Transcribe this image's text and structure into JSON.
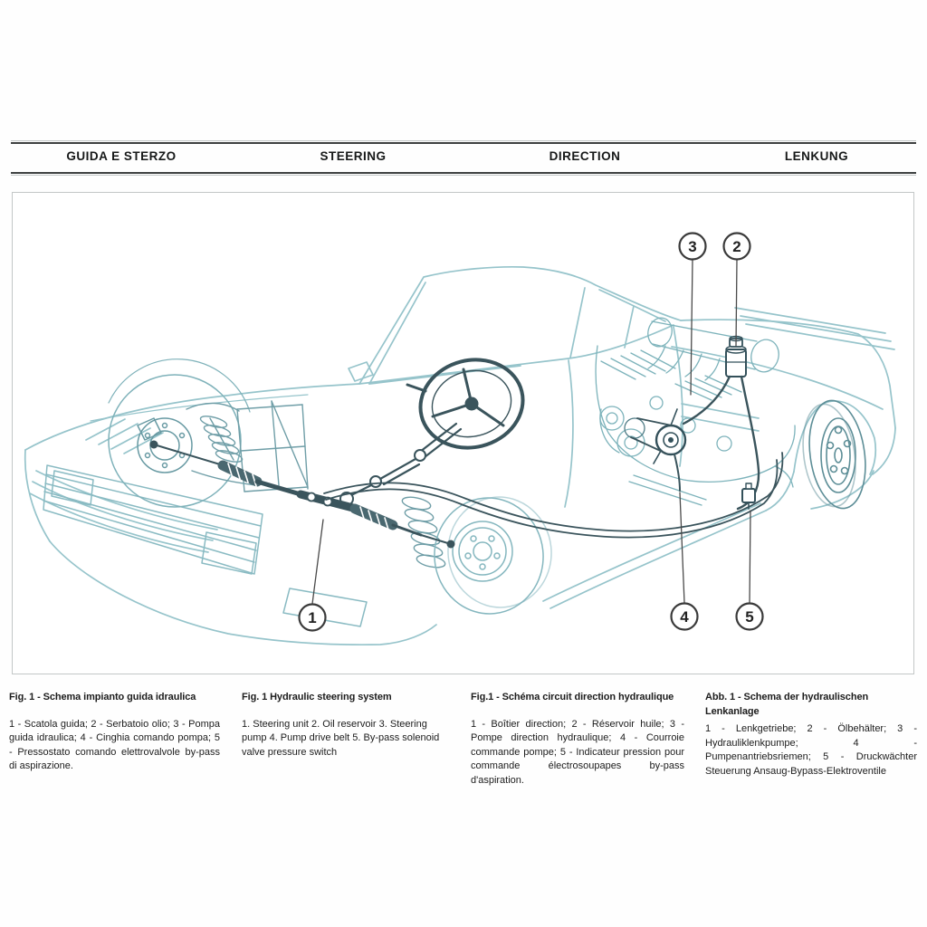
{
  "header": {
    "columns": [
      "GUIDA E STERZO",
      "STEERING",
      "DIRECTION",
      "LENKUNG"
    ]
  },
  "figure": {
    "callouts": [
      "1",
      "2",
      "3",
      "4",
      "5"
    ],
    "captions": [
      {
        "lang": "it",
        "title": "Fig. 1 - Schema impianto guida idraulica",
        "body": "1 - Scatola guida; 2 - Serbatoio olio; 3 - Pompa guida idraulica; 4 - Cinghia comando pompa; 5 - Pressostato comando elettrovalvole by-pass di aspirazione."
      },
      {
        "lang": "en",
        "title": "Fig. 1 Hydraulic steering system",
        "body": "1. Steering unit  2. Oil reservoir  3. Steering pump  4. Pump drive belt  5. By-pass solenoid valve pressure switch"
      },
      {
        "lang": "fr",
        "title": "Fig.1 - Schéma circuit direction hydraulique",
        "body": "1 - Boîtier direction; 2 - Réservoir huile; 3 - Pompe direction hydraulique; 4 - Courroie commande pompe; 5 - Indicateur pression pour commande électrosoupapes by-pass d'aspiration."
      },
      {
        "lang": "de",
        "title": "Abb. 1 - Schema der hydraulischen Lenkanlage",
        "body": "1 - Lenkgetriebe; 2 - Ölbehälter; 3 - Hydrauliklenkpumpe; 4 - Pumpenantriebsriemen; 5 - Druckwächter Steuerung Ansaug-Bypass-Elektroventile"
      }
    ]
  },
  "colors": {
    "line_light": "#9cc8ce",
    "line_mid": "#6f9ea7",
    "line_dark": "#3a545c",
    "rule": "#3d4040",
    "ink": "#1c1c1c",
    "paper": "#fefefe"
  }
}
